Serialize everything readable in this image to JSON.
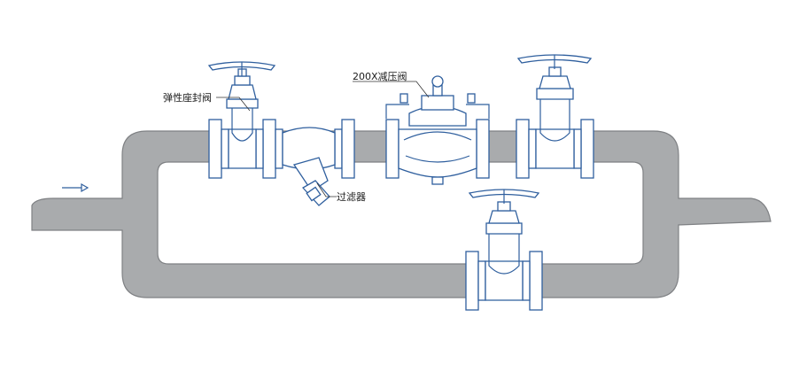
{
  "labels": {
    "gate_valve": "弹性座封阀",
    "pressure_reducing_valve": "200X减压阀",
    "strainer": "过滤器"
  },
  "colors": {
    "pipe": "#a9abad",
    "pipe_outline": "#7f8184",
    "valve_line": "#2f5f9e",
    "background": "#ffffff"
  },
  "icons": {
    "flow_direction": "arrow-right-icon"
  }
}
